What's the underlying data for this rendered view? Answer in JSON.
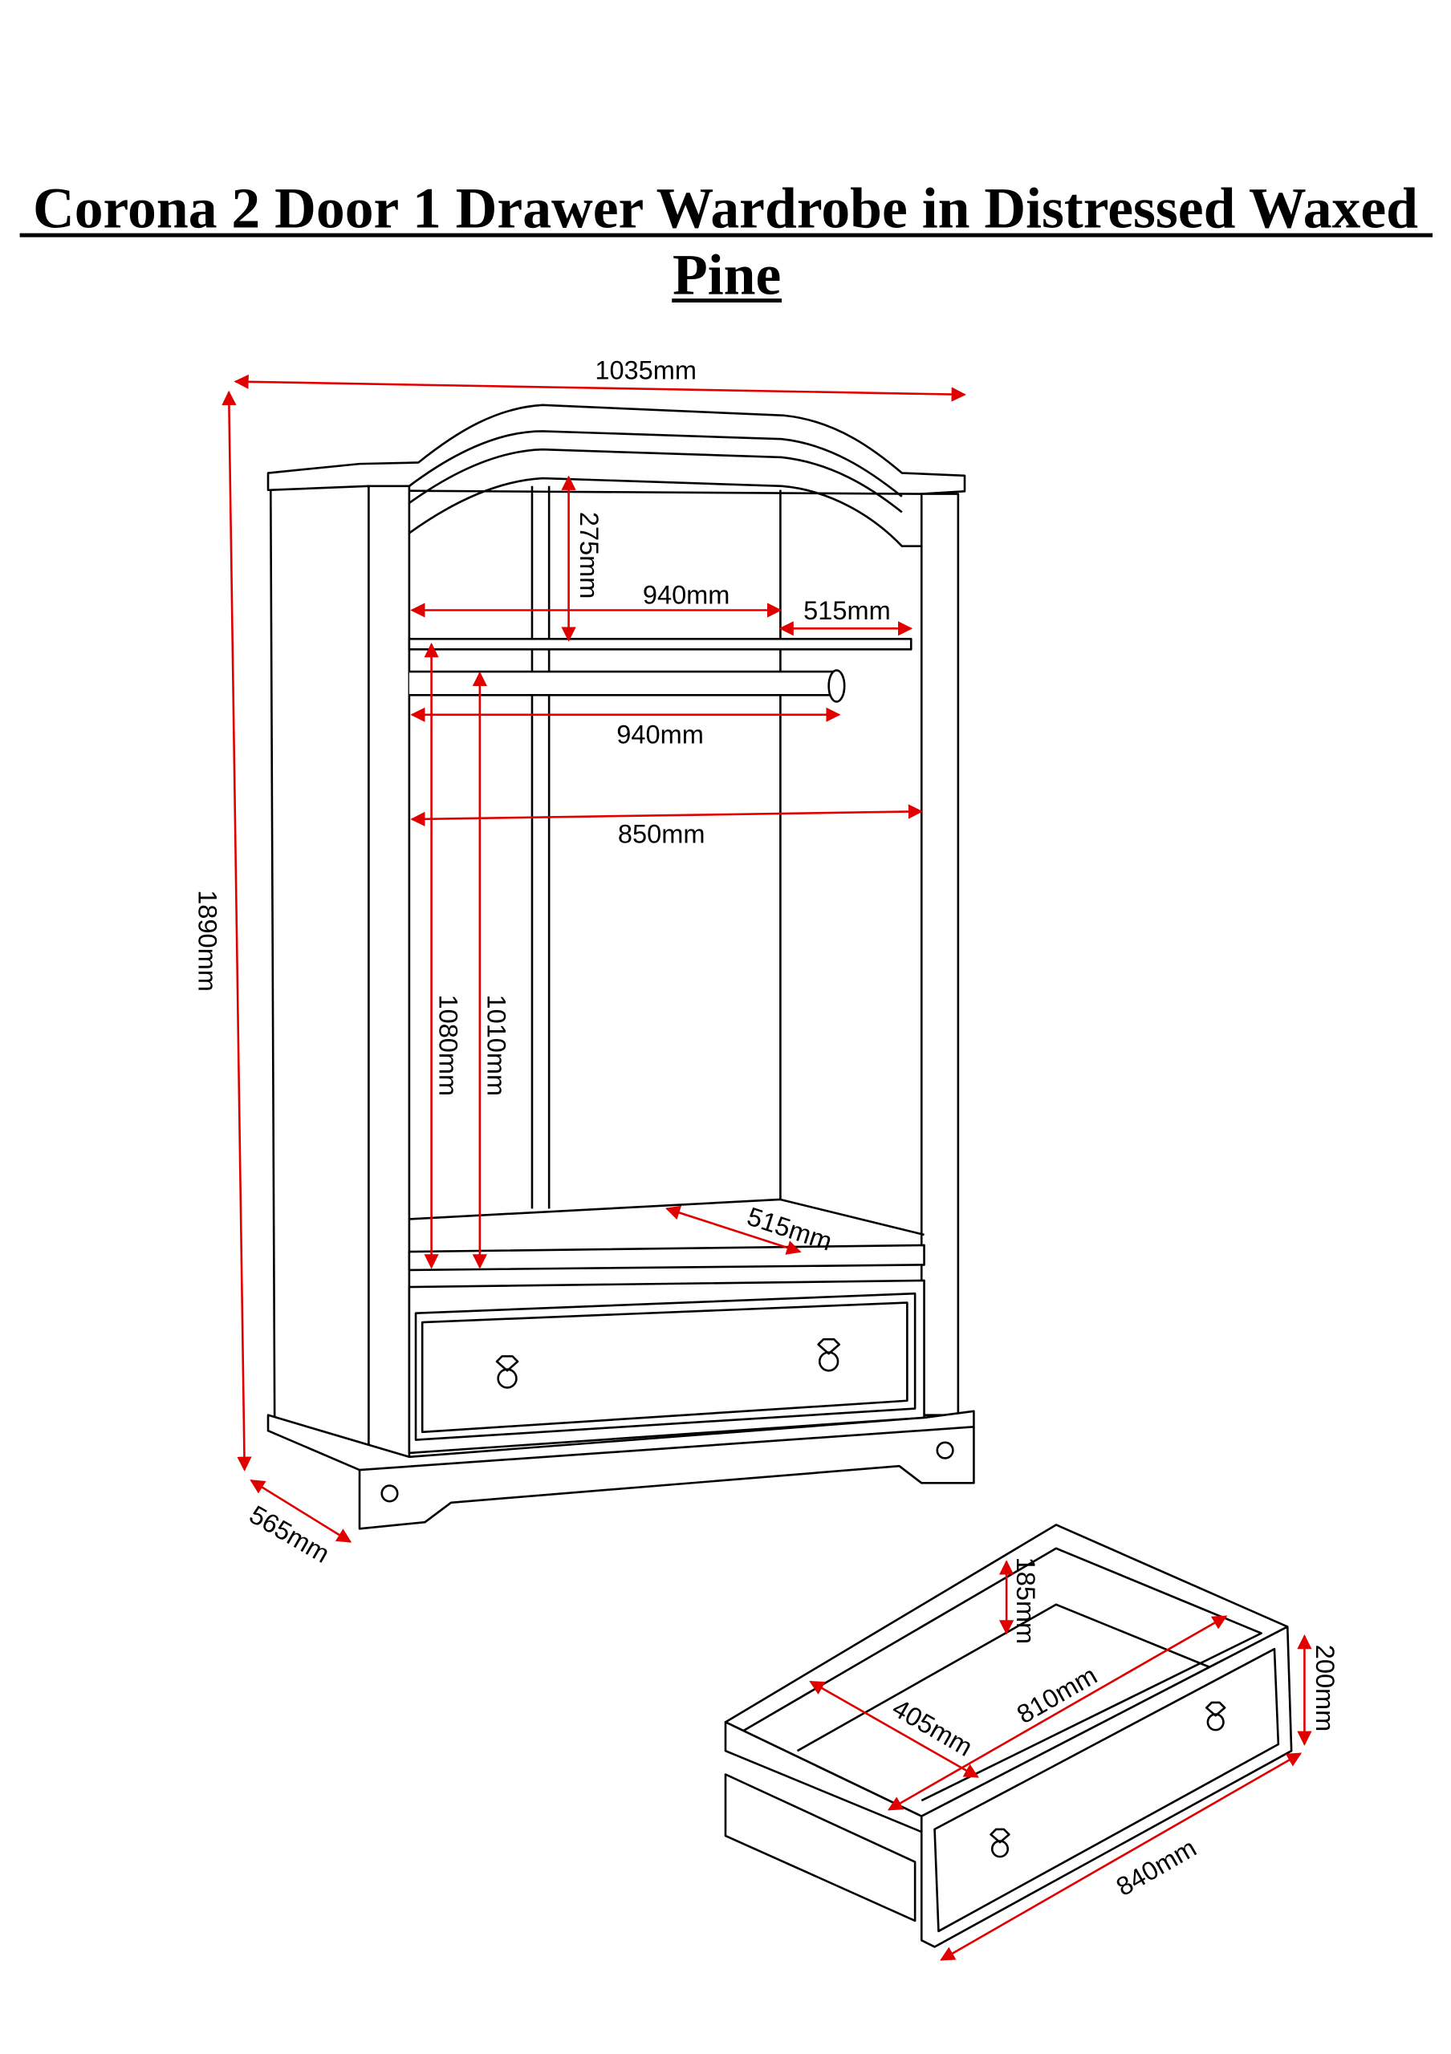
{
  "title": {
    "line1": "Corona 2 Door 1 Drawer Wardrobe in Distressed Waxed",
    "line2": "Pine"
  },
  "colors": {
    "dimension": "#e00000",
    "line": "#000000"
  },
  "wardrobe_dimensions": {
    "width": "1035mm",
    "height": "1890mm",
    "depth": "565mm",
    "top_gap": "275mm",
    "shelf_width": "940mm",
    "shelf_depth": "515mm",
    "rail_width": "940mm",
    "internal_width": "850mm",
    "hanging_height_shelf": "1080mm",
    "hanging_height_rail": "1010mm",
    "floor_depth": "515mm"
  },
  "drawer_dimensions": {
    "internal_height": "185mm",
    "height": "200mm",
    "internal_width": "810mm",
    "internal_depth": "405mm",
    "width": "840mm"
  }
}
